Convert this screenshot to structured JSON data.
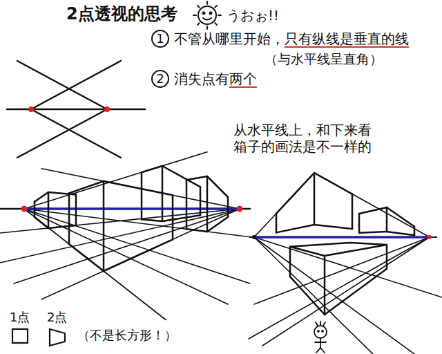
{
  "diagram": {
    "title": "2点透视的思考",
    "nodes": [
      {
        "text": [
          "1"
        ]
      },
      {
        "text": [
          "2"
        ]
      }
    ],
    "labels": [
      "うおぉ!!",
      "不管从哪里开始，",
      "只有纵线是垂直的线",
      "（与水平线呈直角）",
      "消失点有",
      "两个",
      "从水平线上，和下来看 箱子的画法是不一样的",
      "1点",
      "2点",
      "（不是长方形！）"
    ]
  }
}
